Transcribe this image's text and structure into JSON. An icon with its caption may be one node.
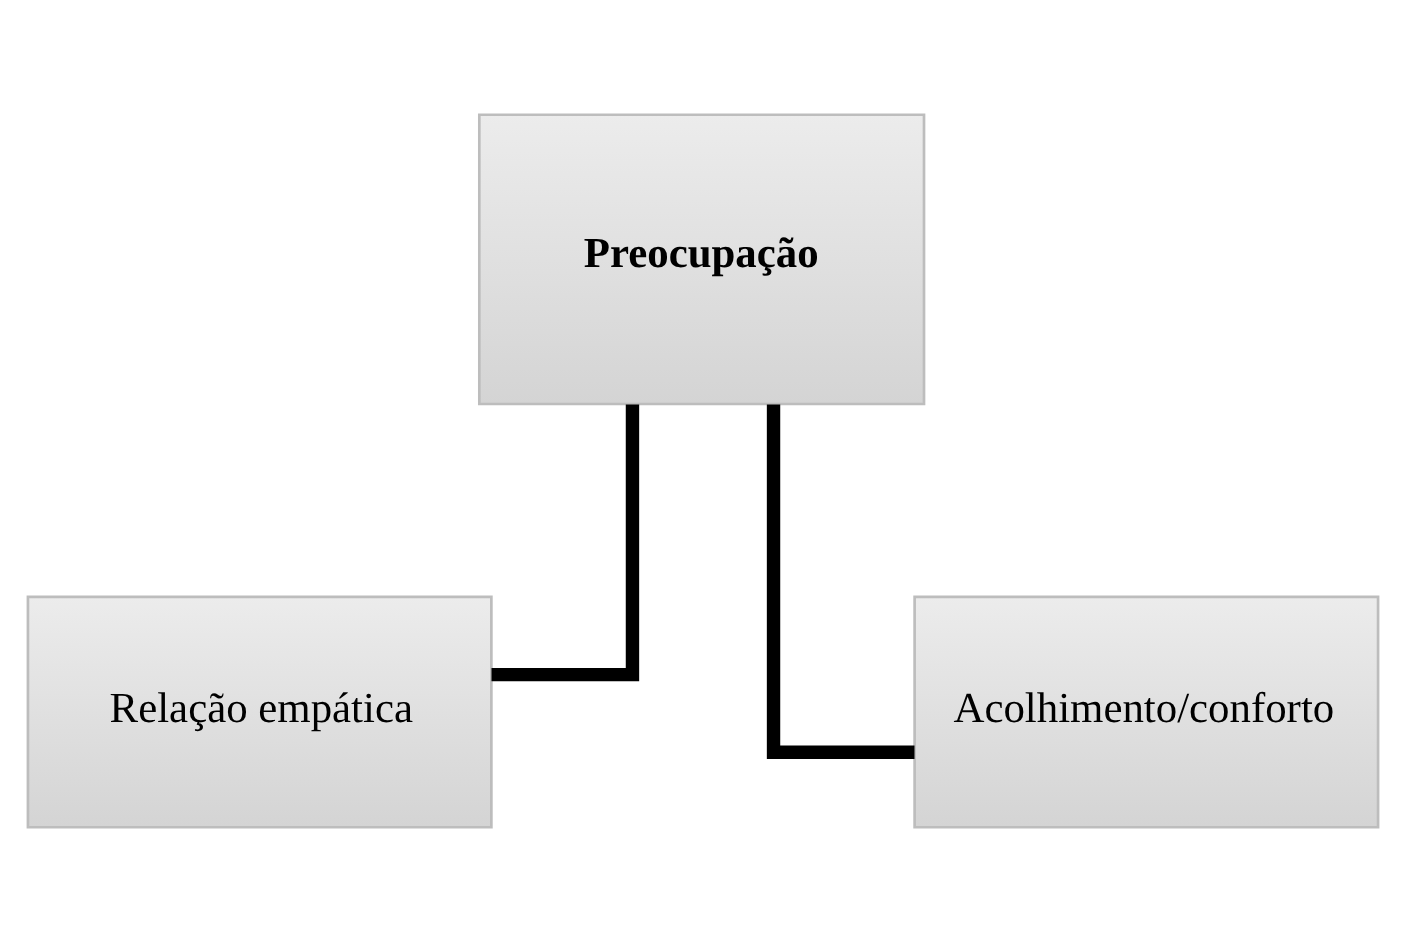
{
  "diagram": {
    "nodes": [
      {
        "text": [
          "Preocupação"
        ]
      },
      {
        "text": [
          "Relação empática"
        ]
      },
      {
        "text": [
          "Acolhimento/conforto"
        ]
      }
    ],
    "edges": [
      {
        "from": 0,
        "to": 1,
        "arrow": "none"
      },
      {
        "from": 0,
        "to": 2,
        "arrow": "none"
      }
    ]
  }
}
